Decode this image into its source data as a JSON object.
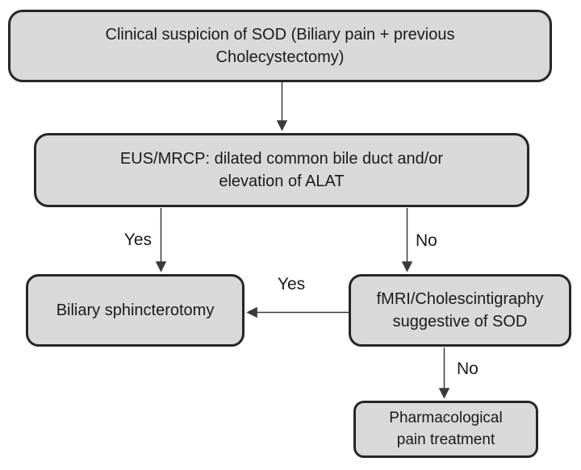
{
  "diagram": {
    "type": "flowchart",
    "nodes": {
      "clinical_suspicion": {
        "text": "Clinical suspicion of SOD (Biliary pain + previous Cholecystectomy)"
      },
      "eus_mrcp": {
        "text": "EUS/MRCP: dilated common bile duct and/or elevation of ALAT"
      },
      "biliary_sphincterotomy": {
        "text": "Biliary sphincterotomy"
      },
      "fmri_cholescintigraphy": {
        "text": "fMRI/Cholescintigraphy suggestive of SOD"
      },
      "pharmacological": {
        "text": "Pharmacological pain treatment"
      }
    },
    "edges": {
      "clinical_to_eus": {
        "label": ""
      },
      "eus_yes": {
        "label": "Yes"
      },
      "eus_no": {
        "label": "No"
      },
      "fmri_yes": {
        "label": "Yes"
      },
      "fmri_no": {
        "label": "No"
      }
    },
    "colors": {
      "node_fill": "#d9d9d9",
      "node_border": "#262626",
      "arrow": "#3a3a3a",
      "text": "#1a1a1a",
      "background": "#ffffff"
    }
  }
}
